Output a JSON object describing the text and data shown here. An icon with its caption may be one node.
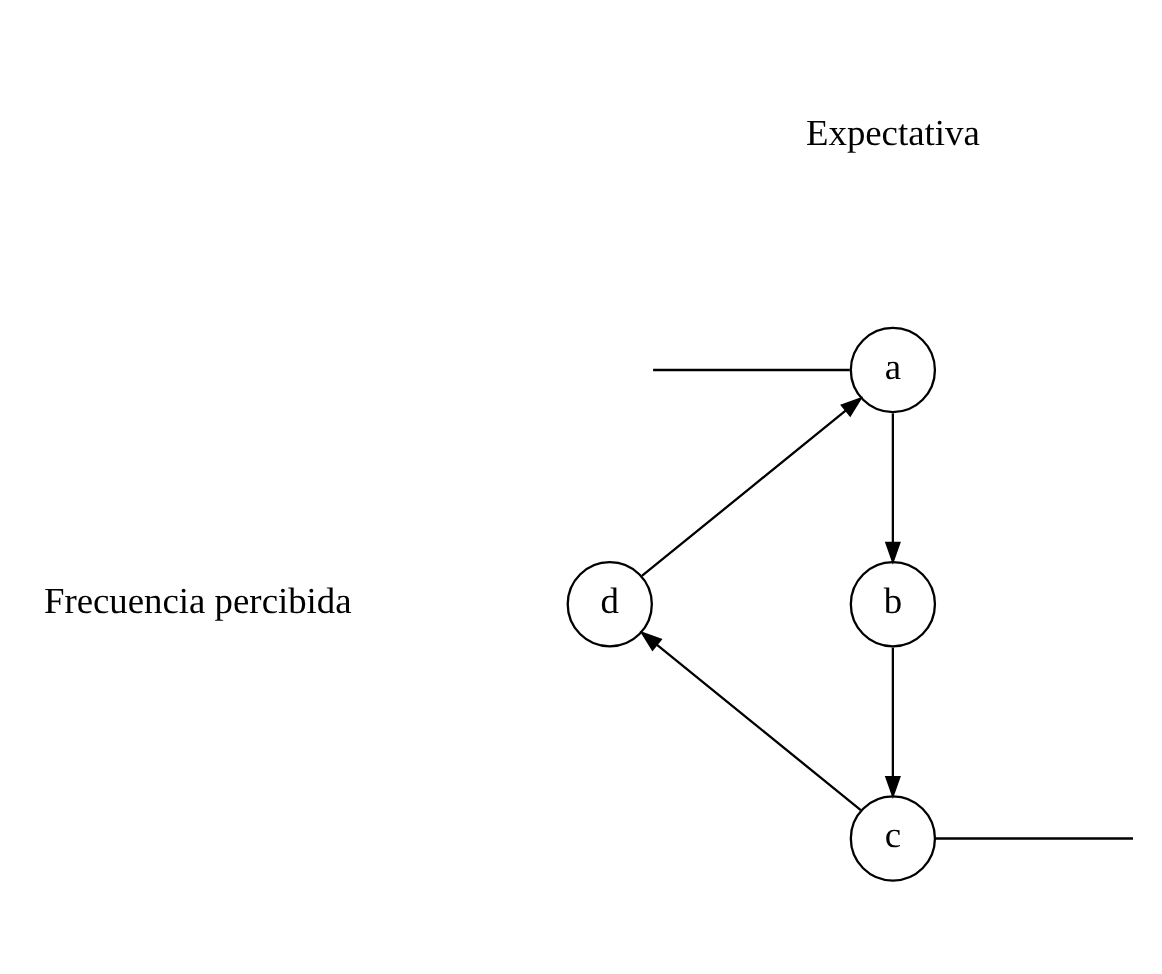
{
  "diagram": {
    "nodes": [
      {
        "text": [
          "a"
        ]
      },
      {
        "text": [
          "b"
        ]
      },
      {
        "text": [
          "c"
        ]
      },
      {
        "text": [
          "d"
        ]
      }
    ],
    "edges": [
      {
        "from": null,
        "to": 0,
        "arrow": "none"
      },
      {
        "from": 0,
        "to": 1,
        "arrow": "to"
      },
      {
        "from": 1,
        "to": 2,
        "arrow": "to"
      },
      {
        "from": 2,
        "to": 3,
        "arrow": "to"
      },
      {
        "from": 3,
        "to": 0,
        "arrow": "to"
      },
      {
        "from": 2,
        "to": null,
        "arrow": "none"
      }
    ],
    "labels": [
      "Expectativa",
      "Frecuencia percibida"
    ]
  }
}
